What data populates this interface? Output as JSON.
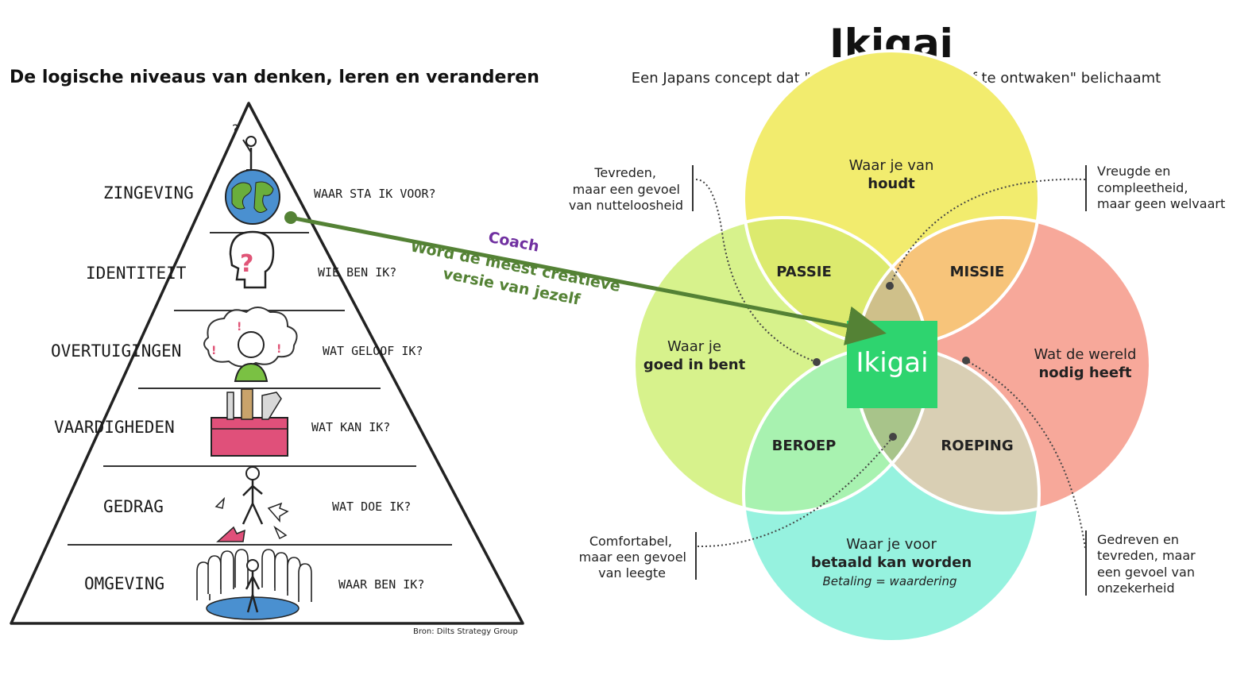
{
  "pyramid": {
    "title": "De logische niveaus van denken, leren en veranderen",
    "source": "Bron: Dilts Strategy Group",
    "levels": [
      {
        "name": "ZINGEVING",
        "question": "WAAR STA IK VOOR?"
      },
      {
        "name": "IDENTITEIT",
        "question": "WIE BEN IK?"
      },
      {
        "name": "OVERTUIGINGEN",
        "question": "WAT GELOOF IK?"
      },
      {
        "name": "VAARDIGHEDEN",
        "question": "WAT KAN IK?"
      },
      {
        "name": "GEDRAG",
        "question": "WAT DOE IK?"
      },
      {
        "name": "OMGEVING",
        "question": "WAAR BEN IK?"
      }
    ]
  },
  "coach": {
    "label": "Coach",
    "line1": "Word de meest creatieve",
    "line2": "versie van jezelf",
    "label_color": "#7030a0",
    "text_color": "#548235",
    "arrow_color": "#548235"
  },
  "ikigai": {
    "title": "Ikigai",
    "subtitle": "Een Japans concept dat \"een reden om te zijn of te ontwaken\" belichaamt",
    "center": "Ikigai",
    "circles": {
      "top": {
        "line1": "Waar je van",
        "line2": "houdt",
        "color": "#f2ec6e"
      },
      "left": {
        "line1": "Waar je",
        "line2": "goed in bent",
        "color": "#d7f28c"
      },
      "right": {
        "line1": "Wat de wereld",
        "line2": "nodig heeft",
        "color": "#f7a89a"
      },
      "bottom": {
        "line1": "Waar je voor",
        "line2": "betaald kan worden",
        "line3": "Betaling = waardering",
        "color": "#96f2df"
      }
    },
    "overlaps": {
      "passie": "PASSIE",
      "missie": "MISSIE",
      "beroep": "BEROEP",
      "roeping": "ROEPING"
    },
    "callouts": {
      "top_left": [
        "Tevreden,",
        "maar een gevoel",
        "van nutteloosheid"
      ],
      "top_right": [
        "Vreugde en",
        "compleetheid,",
        "maar geen welvaart"
      ],
      "bottom_left": [
        "Comfortabel,",
        "maar een gevoel",
        "van leegte"
      ],
      "bottom_right": [
        "Gedreven en",
        "tevreden, maar",
        "een gevoel van",
        "onzekerheid"
      ]
    },
    "center_color": "#2ed46f"
  }
}
